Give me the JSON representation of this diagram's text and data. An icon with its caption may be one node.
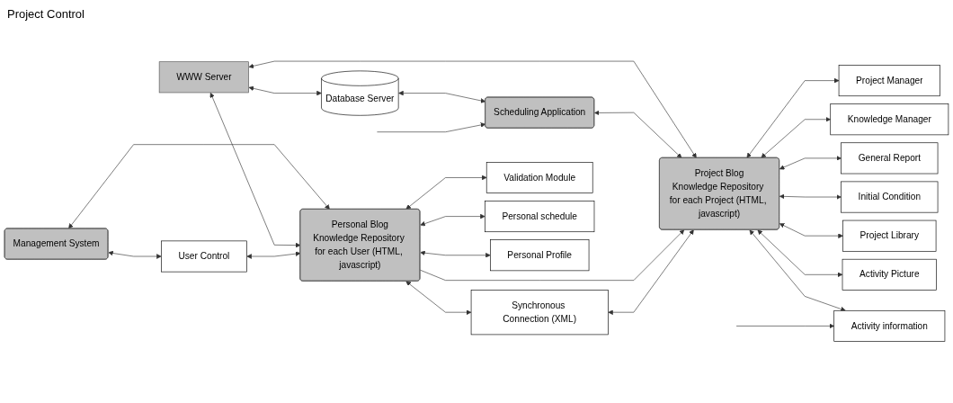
{
  "diagram": {
    "nodes": [
      {
        "text": [
          "Management System"
        ]
      },
      {
        "text": [
          "WWW Server"
        ]
      },
      {
        "text": [
          "Database Server"
        ]
      },
      {
        "text": [
          "Scheduling Application"
        ]
      },
      {
        "text": [
          "User Control"
        ]
      },
      {
        "text": [
          "Personal Blog",
          "Knowledge Repository for each User (HTML, javascript)"
        ]
      },
      {
        "text": [
          "Project Blog",
          "Knowledge Repository for each Project (HTML, javascript)"
        ]
      },
      {
        "text": [
          "Project Manager"
        ]
      },
      {
        "text": [
          "Knowledge Manager"
        ]
      },
      {
        "text": [
          "General Report"
        ]
      },
      {
        "text": [
          "Synchronous Connection (XML)"
        ]
      },
      {
        "text": [
          "Validation Module"
        ]
      },
      {
        "text": [
          "Personal schedule"
        ]
      },
      {
        "text": [
          "Personal Profile"
        ]
      },
      {
        "text": [
          "Initial Condition"
        ]
      },
      {
        "text": [
          "Project Library"
        ]
      },
      {
        "text": [
          "Activity Picture"
        ]
      },
      {
        "text": [
          "Activity information"
        ]
      }
    ],
    "edges": [
      {
        "from": 0,
        "to": 4,
        "arrow": "both"
      },
      {
        "from": 0,
        "to": 5,
        "arrow": "both"
      },
      {
        "from": 1,
        "to": 5,
        "arrow": "both"
      },
      {
        "from": 1,
        "to": 2,
        "arrow": "both"
      },
      {
        "from": 1,
        "to": 6,
        "arrow": "both"
      },
      {
        "from": 2,
        "to": 3,
        "arrow": "both"
      },
      {
        "from": 3,
        "to": 6,
        "arrow": "both"
      },
      {
        "from": null,
        "to": 3,
        "arrow": "to"
      },
      {
        "from": 4,
        "to": 5,
        "arrow": "both"
      },
      {
        "from": 5,
        "to": 6,
        "arrow": "to"
      },
      {
        "from": 6,
        "to": 7,
        "arrow": "both"
      },
      {
        "from": 6,
        "to": 8,
        "arrow": "both"
      },
      {
        "from": 6,
        "to": 9,
        "arrow": "both"
      },
      {
        "from": 5,
        "to": 10,
        "arrow": "both"
      },
      {
        "from": 10,
        "to": 6,
        "arrow": "both"
      },
      {
        "from": 5,
        "to": 11,
        "arrow": "both"
      },
      {
        "from": 5,
        "to": 12,
        "arrow": "both"
      },
      {
        "from": 5,
        "to": 13,
        "arrow": "both"
      },
      {
        "from": 6,
        "to": 14,
        "arrow": "both"
      },
      {
        "from": 6,
        "to": 15,
        "arrow": "both"
      },
      {
        "from": 6,
        "to": 16,
        "arrow": "both"
      },
      {
        "from": 6,
        "to": 17,
        "arrow": "both"
      },
      {
        "from": null,
        "to": 17,
        "arrow": "to"
      }
    ],
    "labels": [
      "Project Control"
    ]
  }
}
